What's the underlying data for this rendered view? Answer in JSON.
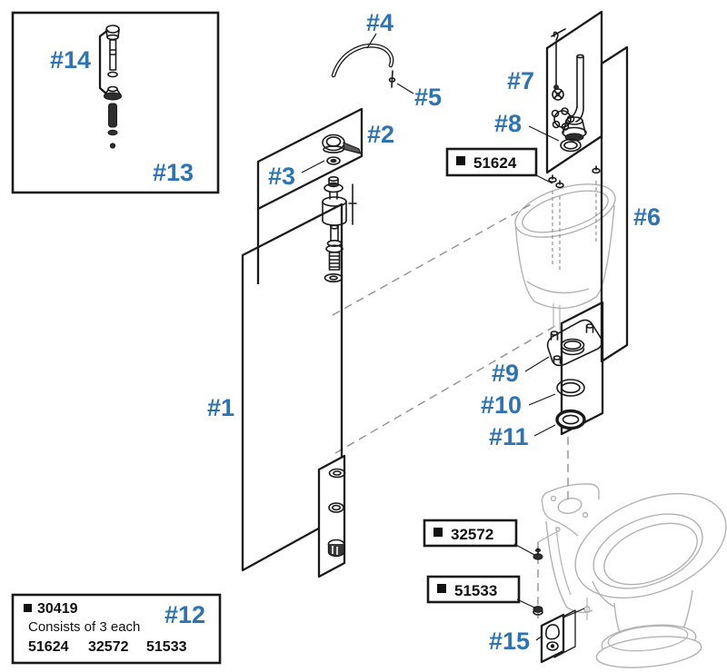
{
  "colors": {
    "accent": "#2E74B5",
    "ink": "#1a1a1a",
    "ghost": "#b2b2b2",
    "dash": "#919191",
    "background": "#ffffff"
  },
  "callouts": {
    "c1": "#1",
    "c2": "#2",
    "c3": "#3",
    "c4": "#4",
    "c5": "#5",
    "c6": "#6",
    "c7": "#7",
    "c8": "#8",
    "c9": "#9",
    "c10": "#10",
    "c11": "#11",
    "c13": "#13",
    "c14": "#14",
    "c15": "#15"
  },
  "part_boxes": {
    "b51624": "51624",
    "b32572": "32572",
    "b51533": "51533"
  },
  "kit_box": {
    "code": "30419",
    "callout": "#12",
    "description": "Consists of 3 each",
    "items": [
      "51624",
      "32572",
      "51533"
    ]
  }
}
